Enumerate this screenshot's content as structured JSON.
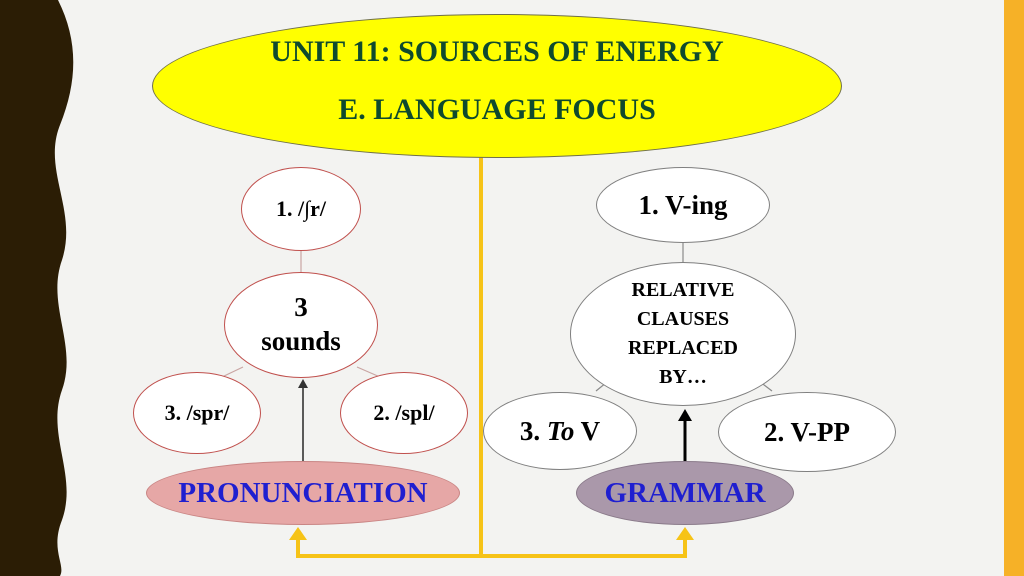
{
  "title": {
    "line1": "UNIT 11: SOURCES OF ENERGY",
    "line2": "E. LANGUAGE FOCUS"
  },
  "pronunciation": {
    "label": "PRONUNCIATION",
    "center_line1": "3",
    "center_line2": "sounds",
    "items": [
      "1. /∫r/",
      "2. /spl/",
      "3. /spr/"
    ]
  },
  "grammar": {
    "label": "GRAMMAR",
    "center_lines": [
      "RELATIVE",
      "CLAUSES",
      "REPLACED",
      "BY…"
    ],
    "item1": "1. V-ing",
    "item2": "2. V-PP",
    "item3_num": "3. ",
    "item3_italic": "To",
    "item3_rest": " V"
  },
  "colors": {
    "title_fill": "#ffff00",
    "title_text": "#0f4a2e",
    "connector": "#f6c317",
    "pronunciation_fill": "#e6a7a6",
    "grammar_fill": "#aa98aa",
    "label_text": "#1f1fd0",
    "accent_border": "#f6b127",
    "dark_border": "#2b1d05"
  }
}
